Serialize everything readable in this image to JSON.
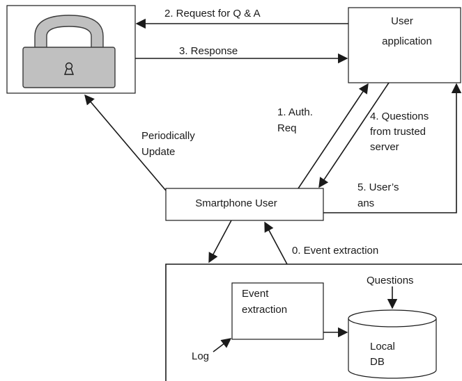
{
  "nodes": {
    "lock_server": {
      "icon": "padlock-icon"
    },
    "user_app": {
      "line1": "User",
      "line2": "application"
    },
    "smartphone_user": {
      "label": "Smartphone User"
    },
    "event_extraction": {
      "line1": "Event",
      "line2": "extraction"
    },
    "local_db": {
      "line1": "Local",
      "line2": "DB"
    }
  },
  "edges": {
    "request": "2. Request for Q & A",
    "response": "3. Response",
    "auth_req": {
      "line1": "1. Auth.",
      "line2": "Req"
    },
    "questions_trusted": {
      "line1": "4. Questions",
      "line2": "from trusted",
      "line3": "server"
    },
    "user_ans": {
      "line1": "5. User’s",
      "line2": "ans"
    },
    "periodically_update": {
      "line1": "Periodically",
      "line2": "Update"
    },
    "event_extraction_flow": "0. Event extraction",
    "log": "Log",
    "questions": "Questions"
  },
  "colors": {
    "lock_fill": "#c0c0c0",
    "lock_stroke": "#3a3a3a",
    "line": "#1a1a1a"
  }
}
